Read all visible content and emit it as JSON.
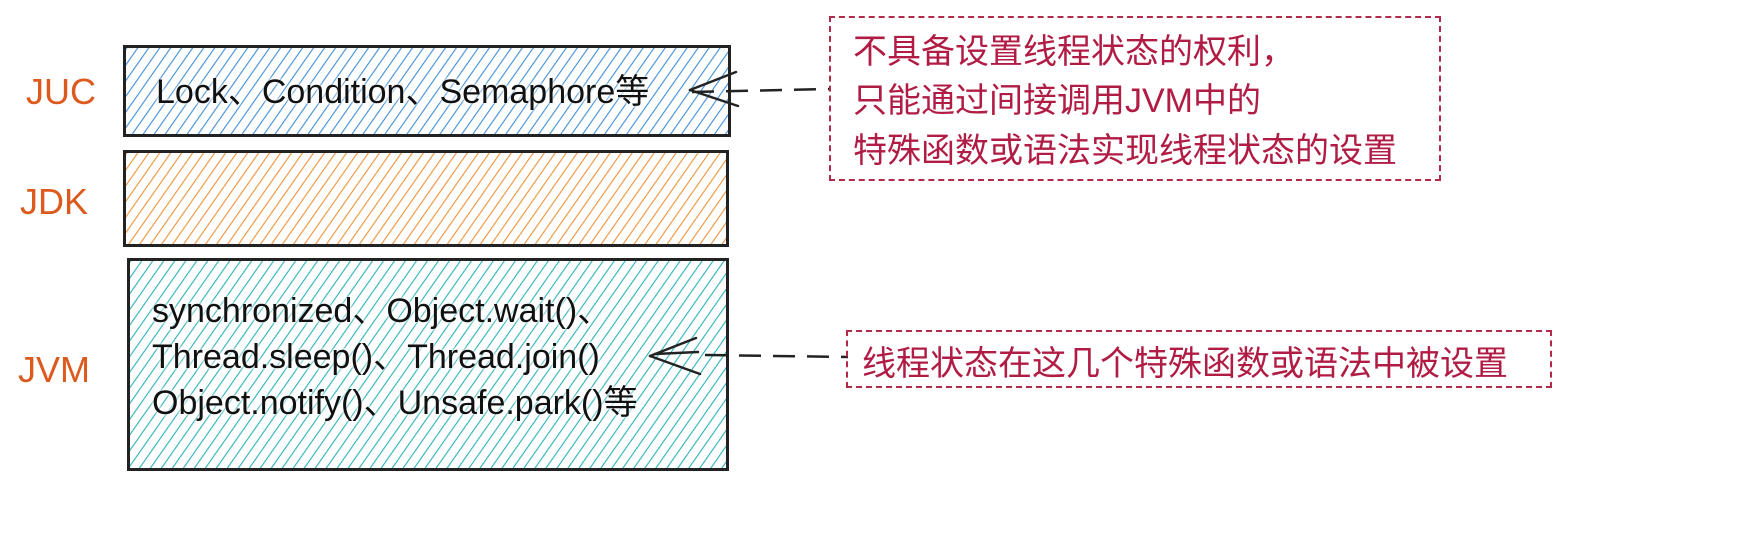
{
  "colors": {
    "juc_fill": "#3f8fd8",
    "jdk_fill": "#f0923a",
    "jvm_fill": "#2bb3b8",
    "label_color": "#dc5a1e",
    "note_color": "#b01c44"
  },
  "layers": {
    "juc": {
      "label": "JUC",
      "content": "Lock、Condition、Semaphore等"
    },
    "jdk": {
      "label": "JDK"
    },
    "jvm": {
      "label": "JVM",
      "lines": [
        "synchronized、Object.wait()、",
        "Thread.sleep()、Thread.join()",
        "Object.notify()、Unsafe.park()等"
      ]
    }
  },
  "notes": {
    "juc_note": {
      "lines": [
        "不具备设置线程状态的权利，",
        "只能通过间接调用JVM中的",
        "特殊函数或语法实现线程状态的设置"
      ]
    },
    "jvm_note": {
      "text": "线程状态在这几个特殊函数或语法中被设置"
    }
  }
}
